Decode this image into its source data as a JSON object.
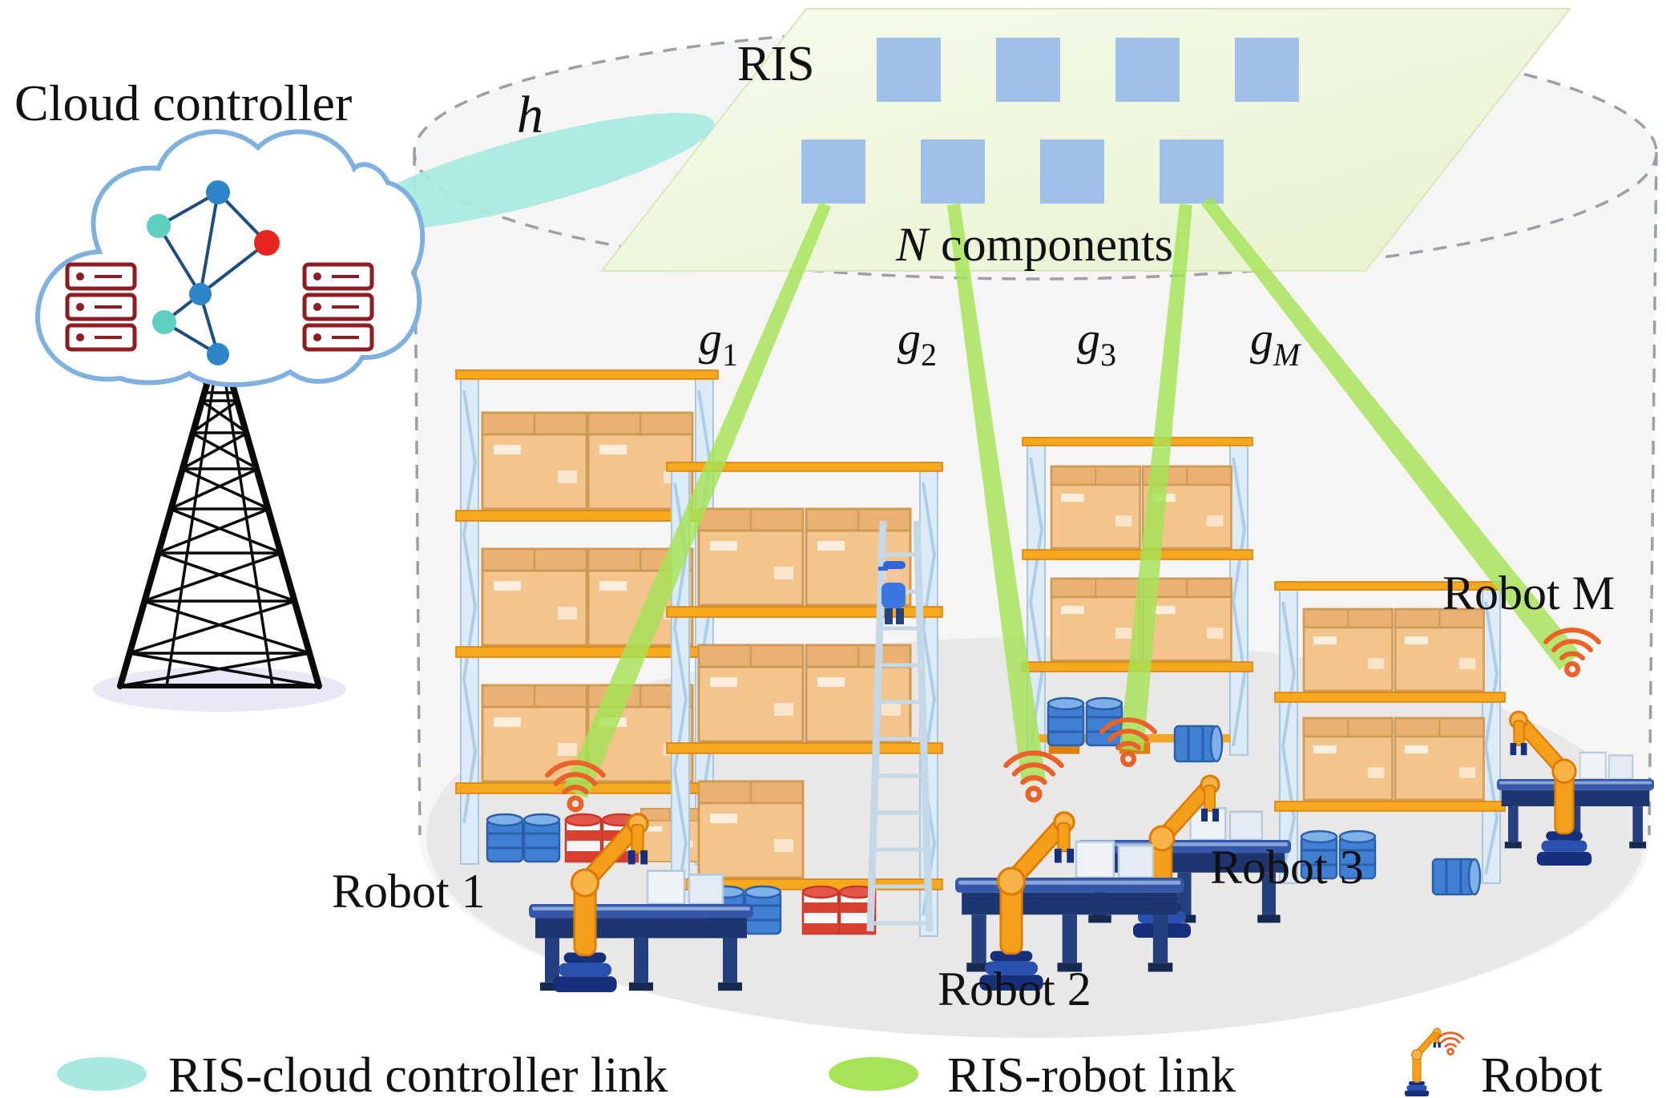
{
  "labels": {
    "cloud_controller": "Cloud controller",
    "ris": "RIS",
    "h_link": "h",
    "n_prefix": "N",
    "n_suffix": "components"
  },
  "g_links": [
    {
      "base": "g",
      "sub": "1"
    },
    {
      "base": "g",
      "sub": "2"
    },
    {
      "base": "g",
      "sub": "3"
    },
    {
      "base": "g",
      "sub": "M"
    }
  ],
  "robots": {
    "labels": [
      "Robot 1",
      "Robot 2",
      "Robot 3",
      "Robot M"
    ]
  },
  "legend": {
    "items": [
      {
        "id": "ris-cloud-link",
        "label": "RIS-cloud controller link"
      },
      {
        "id": "ris-robot-link",
        "label": "RIS-robot link"
      },
      {
        "id": "robot",
        "label": "Robot"
      }
    ]
  },
  "colors": {
    "ris_element": "#9fc1e8",
    "ris_plane": "#edf6dd",
    "beam_green": "#a6e357",
    "beam_cyan": "#a7e9e1",
    "wifi_orange": "#e8622a",
    "shelf_beam_orange": "#f6a81f",
    "robot_navy": "#1d3570",
    "robot_arm_orange": "#f59e1b"
  },
  "icons": {
    "cloud": "cloud-icon",
    "server": "server-icon",
    "neural_network": "neural-network-icon",
    "tower": "transmission-tower-icon",
    "wifi": "wifi-icon",
    "robot_arm": "robot-arm-icon"
  }
}
